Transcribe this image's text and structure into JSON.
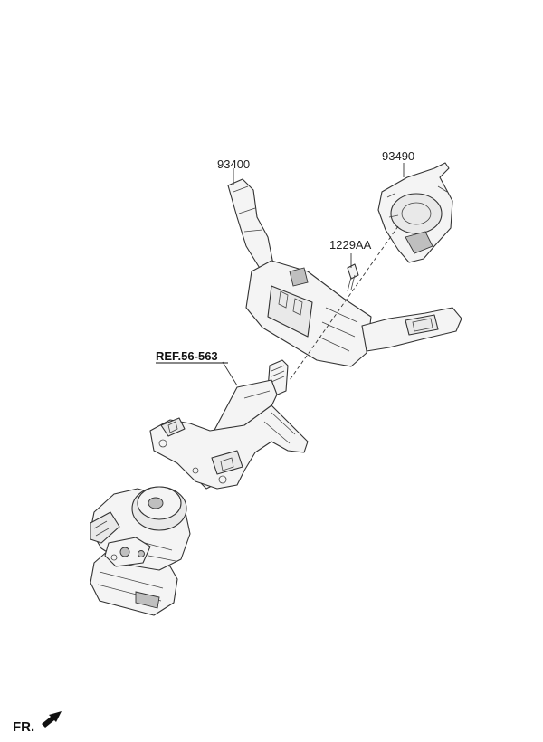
{
  "diagram": {
    "labels": {
      "combination_switch": "93400",
      "clock_spring": "93490",
      "screw": "1229AA",
      "reference": "REF.56-563",
      "front_indicator": "FR."
    }
  }
}
